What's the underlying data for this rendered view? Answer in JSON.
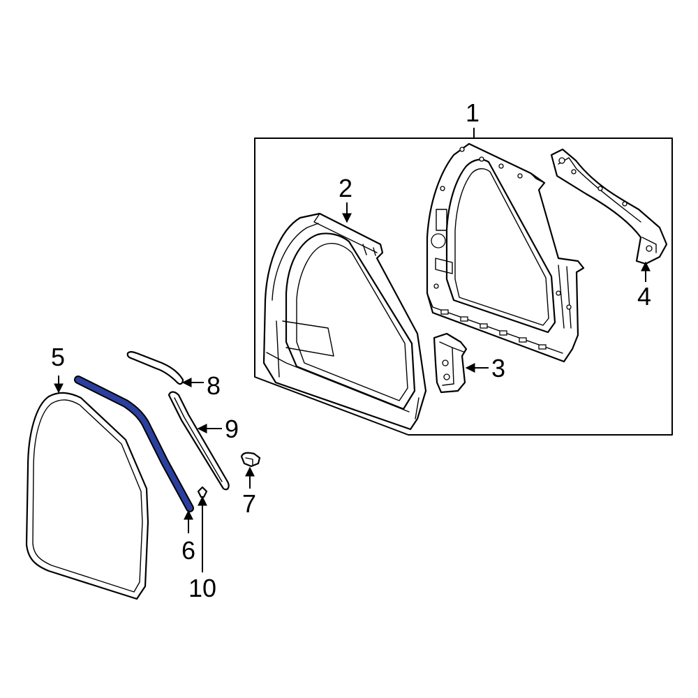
{
  "diagram": {
    "callouts": [
      {
        "id": "1",
        "text": "1"
      },
      {
        "id": "2",
        "text": "2"
      },
      {
        "id": "3",
        "text": "3"
      },
      {
        "id": "4",
        "text": "4"
      },
      {
        "id": "5",
        "text": "5"
      },
      {
        "id": "6",
        "text": "6"
      },
      {
        "id": "7",
        "text": "7"
      },
      {
        "id": "8",
        "text": "8"
      },
      {
        "id": "9",
        "text": "9"
      },
      {
        "id": "10",
        "text": "10"
      }
    ],
    "highlight_color": "#2b3f9e",
    "outline_color": "#000000",
    "background_color": "#ffffff"
  }
}
